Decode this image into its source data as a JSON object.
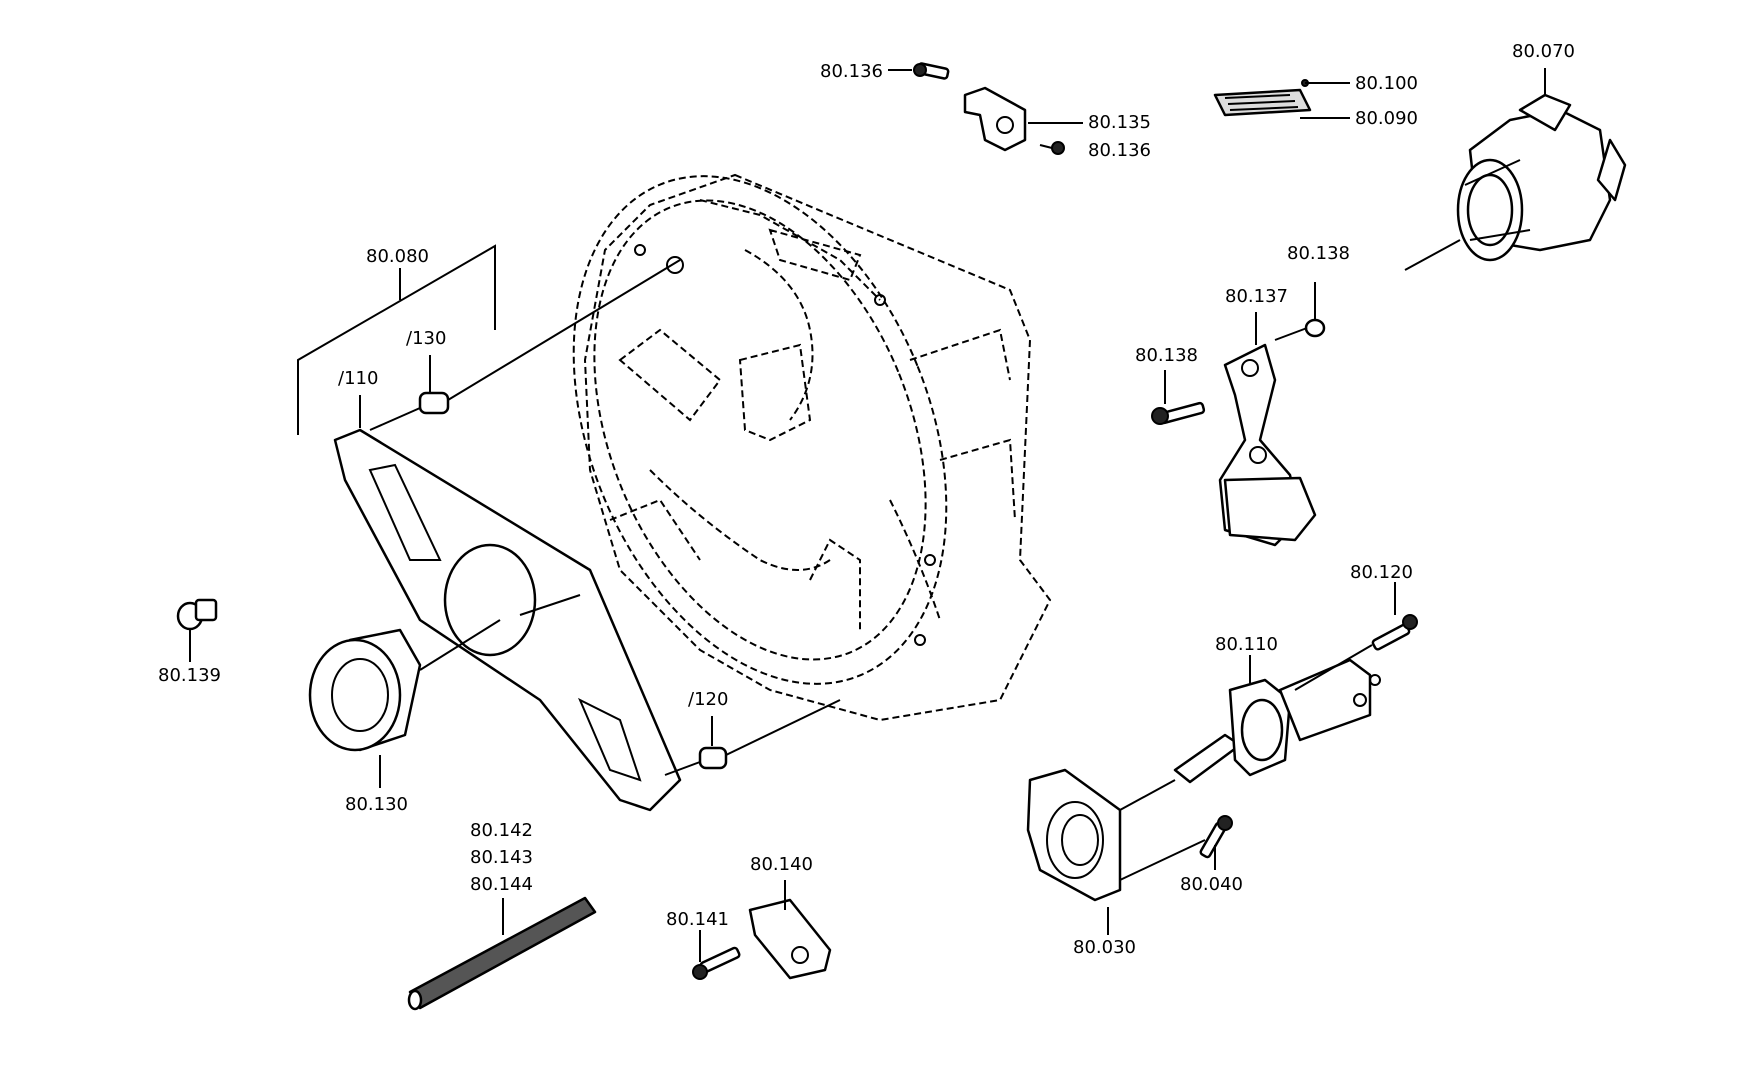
{
  "callouts": {
    "c_80_136_a": "80.136",
    "c_80_135": "80.135",
    "c_80_136_b": "80.136",
    "c_80_100": "80.100",
    "c_80_090": "80.090",
    "c_80_070": "80.070",
    "c_80_080": "80.080",
    "c_130_sub": "/130",
    "c_110_sub": "/110",
    "c_80_138_a": "80.138",
    "c_80_137": "80.137",
    "c_80_138_b": "80.138",
    "c_80_139": "80.139",
    "c_80_130": "80.130",
    "c_120_sub": "/120",
    "c_80_120": "80.120",
    "c_80_110": "80.110",
    "c_80_142": "80.142",
    "c_80_143": "80.143",
    "c_80_144": "80.144",
    "c_80_140": "80.140",
    "c_80_141": "80.141",
    "c_80_040": "80.040",
    "c_80_030": "80.030"
  },
  "colors": {
    "line": "#000000",
    "background": "#ffffff"
  }
}
